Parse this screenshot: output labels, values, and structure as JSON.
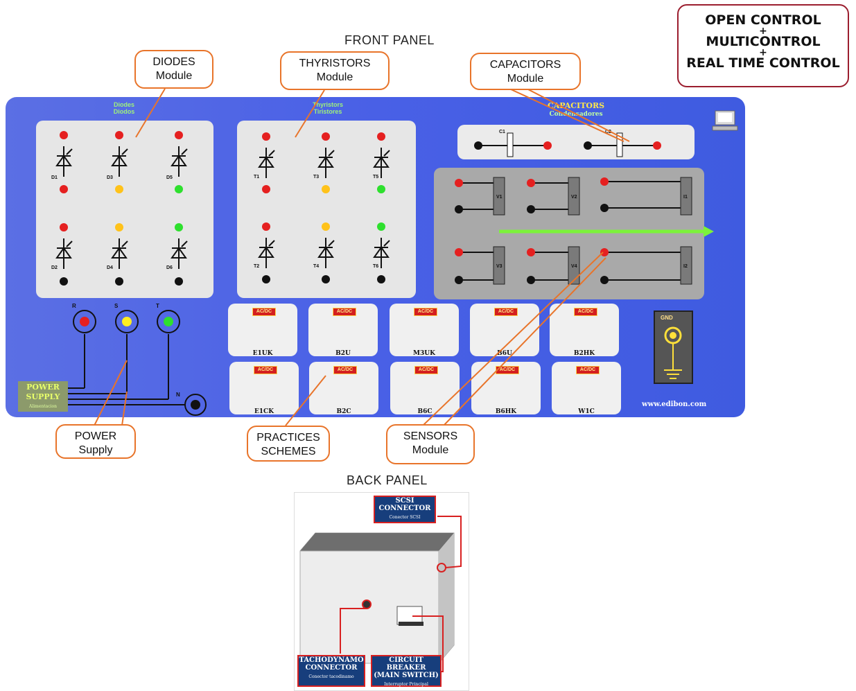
{
  "front_panel_title": "FRONT PANEL",
  "back_panel_title": "BACK PANEL",
  "badge": {
    "line1": "OPEN CONTROL",
    "line2": "MULTICONTROL",
    "line3": "REAL TIME CONTROL",
    "plus": "+"
  },
  "callouts": {
    "diodes": {
      "l1": "DIODES",
      "l2": "Module"
    },
    "thyristors": {
      "l1": "THYRISTORS",
      "l2": "Module"
    },
    "capacitors": {
      "l1": "CAPACITORS",
      "l2": "Module"
    },
    "power": {
      "l1": "POWER",
      "l2": "Supply"
    },
    "practices": {
      "l1": "PRACTICES",
      "l2": "SCHEMES"
    },
    "sensors": {
      "l1": "SENSORS",
      "l2": "Module"
    }
  },
  "panel": {
    "capacitors_title": "CAPACITORS",
    "capacitors_subtitle": "Condensadores",
    "url": "www.edibon.com",
    "gnd": "GND",
    "power_supply_l1": "POWER",
    "power_supply_l2": "SUPPLY",
    "phases": [
      "R",
      "S",
      "T"
    ],
    "neutral": "N",
    "diode_labels": [
      "D1",
      "D3",
      "D5",
      "D2",
      "D4",
      "D6"
    ],
    "thyristor_labels": [
      "T1",
      "T3",
      "T5",
      "T2",
      "T4",
      "T6"
    ],
    "cap_labels": [
      "C1",
      "C2"
    ],
    "sensor_labels": [
      "V1",
      "V2",
      "I1",
      "V3",
      "V4",
      "I2"
    ],
    "ac_dc": "AC/DC",
    "schemes": [
      "E1UK",
      "B2U",
      "M3UK",
      "B6U",
      "B2HK",
      "E1CK",
      "B2C",
      "B6C",
      "B6HK",
      "W1C"
    ]
  },
  "back_panel": {
    "scsi_l1": "SCSI",
    "scsi_l2": "CONNECTOR",
    "scsi_sub": "Conector SCSI",
    "tacho_l1": "TACHODYNAMO",
    "tacho_l2": "CONNECTOR",
    "tacho_sub": "Conector tacodinamo",
    "breaker_l1": "CIRCUIT BREAKER",
    "breaker_l2": "(MAIN SWITCH)",
    "breaker_sub": "Interruptor Principal"
  },
  "colors": {
    "callout_border": "#e8742a",
    "panel_blue": "#4960e6",
    "badge_border": "#9b1d2e",
    "tag_blue": "#173e7c"
  }
}
